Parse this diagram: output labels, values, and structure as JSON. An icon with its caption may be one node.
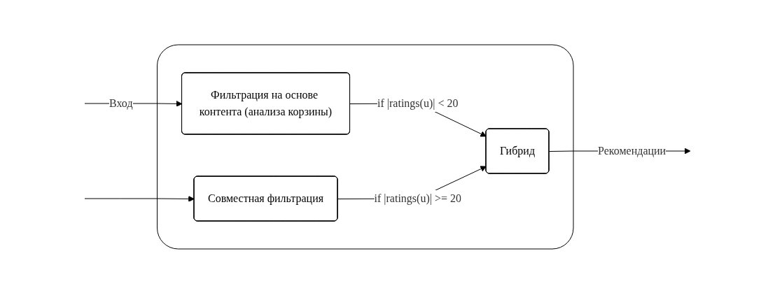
{
  "diagram": {
    "nodes": [
      {
        "text": [],
        "shape": "box"
      },
      {
        "text": [
          "Фильтрация на основе контента (анализа корзины)"
        ],
        "in": 0
      },
      {
        "text": [
          "Совместная фильтрация"
        ],
        "in": 0
      },
      {
        "text": [
          "Гибрид"
        ],
        "in": 0
      }
    ],
    "edges": [
      {
        "from": null,
        "to": 1,
        "arrow": "to",
        "label": "Вход"
      },
      {
        "from": null,
        "to": 2,
        "arrow": "to"
      },
      {
        "from": 1,
        "to": 3,
        "arrow": "to",
        "label": "if |ratings(u)| < 20"
      },
      {
        "from": 2,
        "to": 3,
        "arrow": "to",
        "label": "if |ratings(u)| >= 20"
      },
      {
        "from": 3,
        "to": null,
        "arrow": "to",
        "label": "Рекомендации"
      }
    ]
  }
}
